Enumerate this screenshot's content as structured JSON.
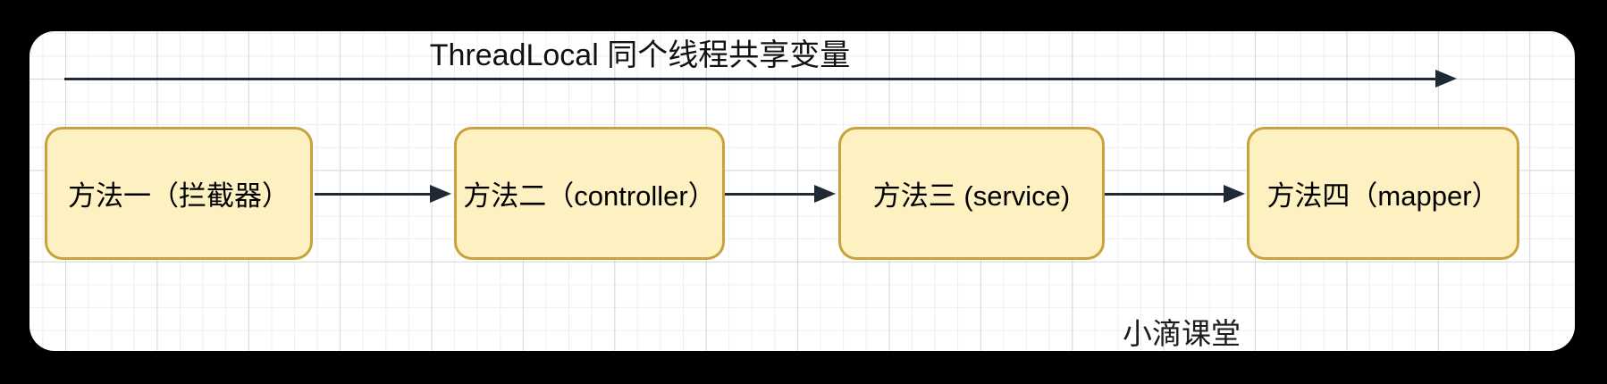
{
  "diagram": {
    "title": "ThreadLocal 同个线程共享变量",
    "watermark": "小滴课堂",
    "nodes": [
      {
        "label": "方法一（拦截器）"
      },
      {
        "label": "方法二（controller）"
      },
      {
        "label": "方法三 (service)"
      },
      {
        "label": "方法四（mapper）"
      }
    ],
    "edges": [
      {
        "name": "threadlocal-scope-arrow",
        "direction": "left-to-right"
      },
      {
        "name": "method1-to-method2",
        "direction": "left-to-right"
      },
      {
        "name": "method2-to-method3",
        "direction": "left-to-right"
      },
      {
        "name": "method3-to-method4",
        "direction": "left-to-right"
      }
    ],
    "colors": {
      "background": "#000000",
      "canvas": "#ffffff",
      "node_fill": "#fdf0c1",
      "node_border": "#c8a33d",
      "arrow": "#1f2a35",
      "text": "#111111",
      "grid_minor": "#eeeeee",
      "grid_major": "#d6d6d6"
    }
  }
}
